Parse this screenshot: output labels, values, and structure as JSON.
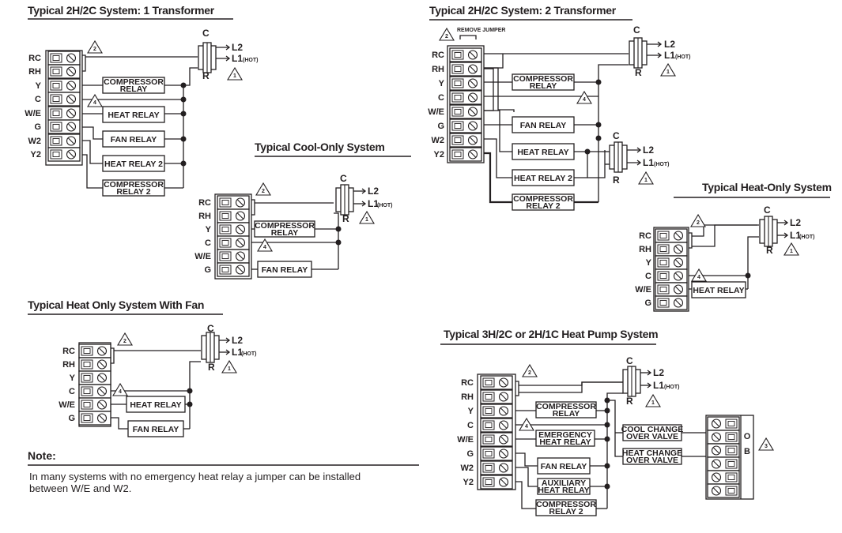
{
  "diagram1": {
    "title": "Typical 2H/2C System: 1 Transformer",
    "terminals": [
      "RC",
      "RH",
      "Y",
      "C",
      "W/E",
      "G",
      "W2",
      "Y2"
    ],
    "relays": [
      "COMPRESSOR",
      "RELAY",
      "HEAT RELAY",
      "FAN RELAY",
      "HEAT RELAY 2",
      "COMPRESSOR",
      "RELAY 2"
    ],
    "transformer": {
      "c": "C",
      "r": "R",
      "l2": "L2",
      "l1": "L1",
      "hot": "(HOT)"
    },
    "badges": [
      "2",
      "4",
      "1"
    ]
  },
  "diagram2": {
    "title": "Typical 2H/2C System: 2 Transformer",
    "remove_jumper": "REMOVE JUMPER",
    "terminals": [
      "RC",
      "RH",
      "Y",
      "C",
      "W/E",
      "G",
      "W2",
      "Y2"
    ],
    "relays": [
      "COMPRESSOR",
      "RELAY",
      "FAN RELAY",
      "HEAT RELAY",
      "HEAT RELAY 2",
      "COMPRESSOR",
      "RELAY 2"
    ],
    "transformer": {
      "c": "C",
      "r": "R",
      "l2": "L2",
      "l1": "L1",
      "hot": "(HOT)"
    },
    "badges": [
      "2",
      "4",
      "1",
      "1"
    ]
  },
  "diagram3": {
    "title": "Typical Cool-Only System",
    "terminals": [
      "RC",
      "RH",
      "Y",
      "C",
      "W/E",
      "G"
    ],
    "relays": [
      "COMPRESSOR",
      "RELAY",
      "FAN RELAY"
    ],
    "transformer": {
      "c": "C",
      "r": "R",
      "l2": "L2",
      "l1": "L1",
      "hot": "(HOT)"
    },
    "badges": [
      "2",
      "4",
      "1"
    ]
  },
  "diagram4": {
    "title": "Typical Heat-Only System",
    "terminals": [
      "RC",
      "RH",
      "Y",
      "C",
      "W/E",
      "G"
    ],
    "relays": [
      "HEAT RELAY"
    ],
    "transformer": {
      "c": "C",
      "r": "R",
      "l2": "L2",
      "l1": "L1",
      "hot": "(HOT)"
    },
    "badges": [
      "2",
      "4",
      "1"
    ]
  },
  "diagram5": {
    "title": "Typical Heat Only System With Fan",
    "terminals": [
      "RC",
      "RH",
      "Y",
      "C",
      "W/E",
      "G"
    ],
    "relays": [
      "HEAT RELAY",
      "FAN RELAY"
    ],
    "transformer": {
      "c": "C",
      "r": "R",
      "l2": "L2",
      "l1": "L1",
      "hot": "(HOT)"
    },
    "badges": [
      "2",
      "4",
      "1"
    ]
  },
  "diagram6": {
    "title": "Typical 3H/2C or 2H/1C Heat Pump System",
    "terminals": [
      "RC",
      "RH",
      "Y",
      "C",
      "W/E",
      "G",
      "W2",
      "Y2"
    ],
    "relays": [
      "COMPRESSOR",
      "RELAY",
      "EMERGENCY",
      "HEAT RELAY",
      "FAN RELAY",
      "AUXILIARY",
      "HEAT RELAY",
      "COMPRESSOR",
      "RELAY 2"
    ],
    "valves": [
      "COOL CHANGE",
      "OVER VALVE",
      "HEAT CHANGE",
      "OVER VALVE"
    ],
    "ob": [
      "O",
      "B"
    ],
    "transformer": {
      "c": "C",
      "r": "R",
      "l2": "L2",
      "l1": "L1",
      "hot": "(HOT)"
    },
    "badges": [
      "2",
      "4",
      "1",
      "3"
    ]
  },
  "note": {
    "heading": "Note:",
    "line1": "In many systems with no emergency heat relay a jumper can be installed",
    "line2": "between W/E and W2."
  }
}
